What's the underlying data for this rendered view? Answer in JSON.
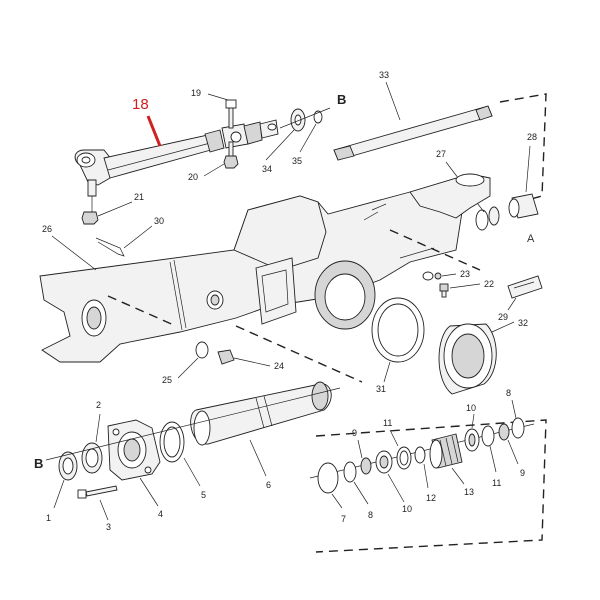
{
  "highlight": {
    "label": "18",
    "color": "#d21f1f"
  },
  "section_letters": {
    "b_top": "B",
    "b_bottom": "B",
    "a_right": "A"
  },
  "callouts": {
    "c1": "1",
    "c2": "2",
    "c3": "3",
    "c4": "4",
    "c5": "5",
    "c6": "6",
    "c7": "7",
    "c8a": "8",
    "c8b": "8",
    "c9a": "9",
    "c9b": "9",
    "c10a": "10",
    "c10b": "10",
    "c11a": "11",
    "c11b": "11",
    "c12": "12",
    "c13": "13",
    "c19": "19",
    "c20": "20",
    "c21": "21",
    "c22": "22",
    "c23": "23",
    "c24": "24",
    "c25": "25",
    "c26": "26",
    "c27": "27",
    "c28": "28",
    "c29": "29",
    "c30": "30",
    "c31": "31",
    "c32": "32",
    "c33": "33",
    "c34": "34",
    "c35": "35"
  }
}
